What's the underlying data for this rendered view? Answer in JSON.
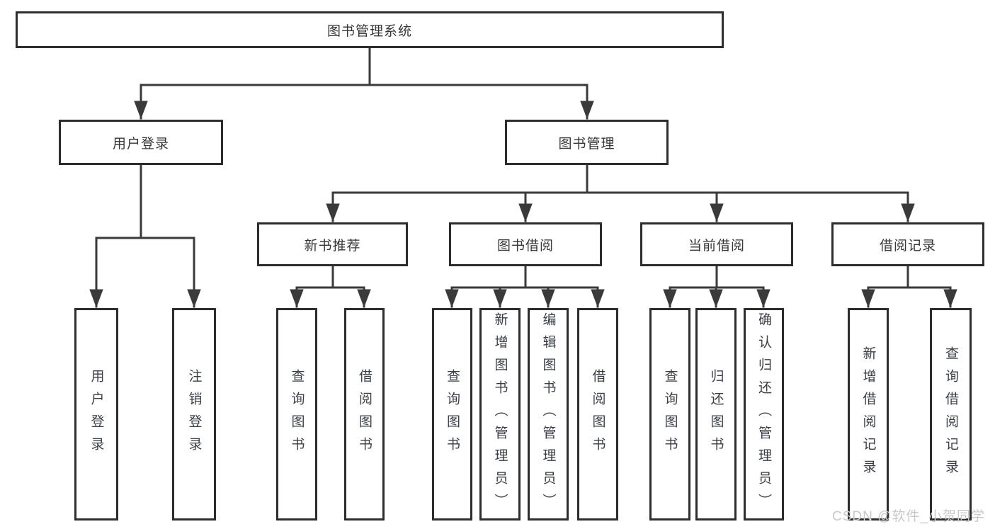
{
  "diagram": {
    "root": "图书管理系统",
    "branches": [
      {
        "label": "用户登录",
        "children": [
          "用户登录",
          "注销登录"
        ]
      },
      {
        "label": "图书管理",
        "modules": [
          {
            "label": "新书推荐",
            "children": [
              "查询图书",
              "借阅图书"
            ]
          },
          {
            "label": "图书借阅",
            "children": [
              "查询图书",
              "新增图书（管理员）",
              "编辑图书（管理员）",
              "借阅图书"
            ]
          },
          {
            "label": "当前借阅",
            "children": [
              "查询图书",
              "归还图书",
              "确认归还（管理员）"
            ]
          },
          {
            "label": "借阅记录",
            "children": [
              "新增借阅记录",
              "查询借阅记录"
            ]
          }
        ]
      }
    ]
  },
  "colors": {
    "line": "#3a3a3a",
    "border": "#2d2d2d",
    "text": "#363636",
    "watermark": "#c9c9c9"
  },
  "watermark": {
    "text": "CSDN @软件_小贺同学"
  }
}
